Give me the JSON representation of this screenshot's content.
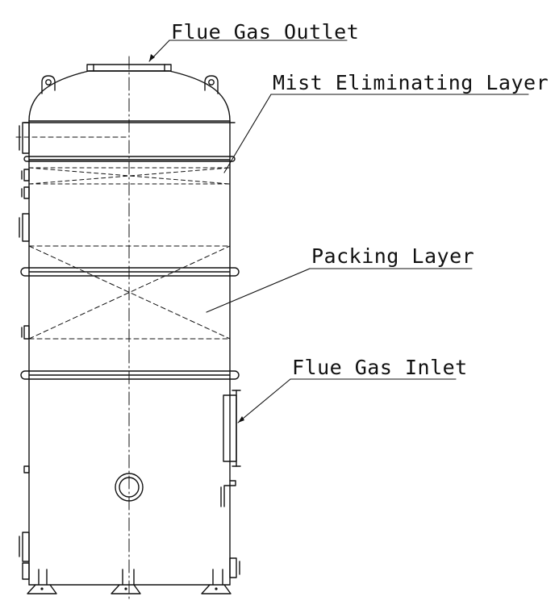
{
  "labels": {
    "flue_gas_outlet": "Flue Gas Outlet",
    "mist_eliminating_layer": "Mist Eliminating Layer",
    "packing_layer": "Packing Layer",
    "flue_gas_inlet": "Flue Gas Inlet"
  },
  "colors": {
    "line": "#111111",
    "background": "#ffffff"
  }
}
